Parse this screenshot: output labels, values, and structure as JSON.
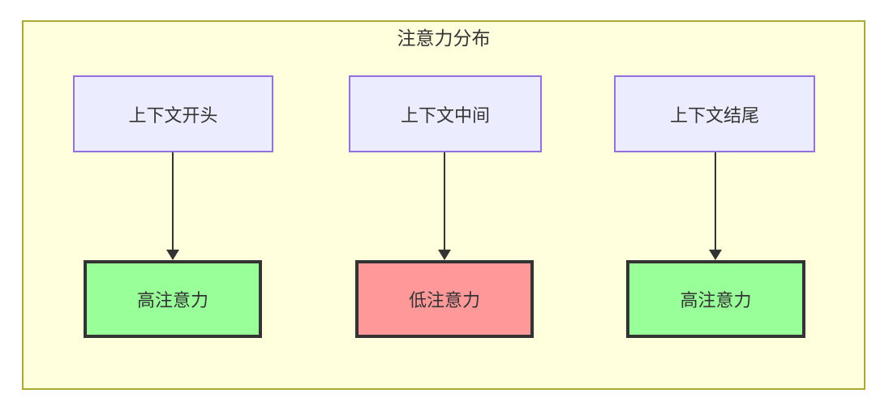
{
  "diagram": {
    "title": "注意力分布",
    "columns": [
      {
        "source": "上下文开头",
        "target": "高注意力",
        "target_type": "high"
      },
      {
        "source": "上下文中间",
        "target": "低注意力",
        "target_type": "low"
      },
      {
        "source": "上下文结尾",
        "target": "高注意力",
        "target_type": "high"
      }
    ],
    "colors": {
      "frame_bg": "#ffffde",
      "frame_border": "#aaaa33",
      "node_bg": "#ececff",
      "node_border": "#9370db",
      "high_bg": "#99ff99",
      "low_bg": "#ff9999",
      "emphasis_border": "#333333",
      "arrow": "#333333",
      "text": "#333333"
    }
  }
}
